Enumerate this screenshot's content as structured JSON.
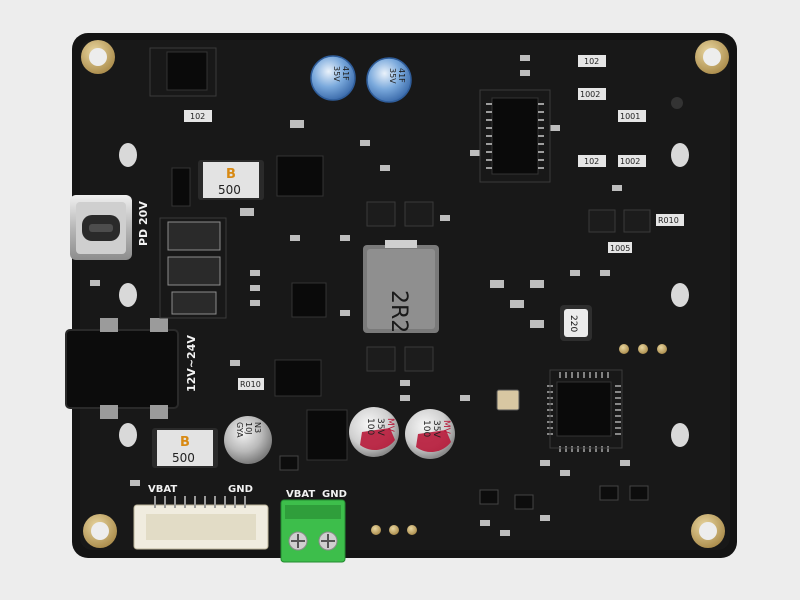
{
  "board": {
    "usb_label": "PD 20V",
    "dc_label": "12V~24V",
    "battery_labels": {
      "vbat": "VBAT",
      "gnd": "GND"
    },
    "terminal_labels": {
      "vbat": "VBAT",
      "gnd": "GND"
    },
    "inductor_label": "2R2",
    "small_inductor_label": "220",
    "ferrite_labels": {
      "logo": "B",
      "value": "500"
    },
    "cap_blue": {
      "l1": "41F",
      "l2": "35V"
    },
    "cap_grey": {
      "l1": "N3",
      "l2": "10J",
      "l3": "GYA"
    },
    "cap_red": {
      "l1": "100",
      "l2": "35V",
      "l3": "MV"
    },
    "resistor_codes": [
      "102",
      "1002",
      "1001",
      "R010",
      "R010",
      "1005",
      "102"
    ]
  }
}
